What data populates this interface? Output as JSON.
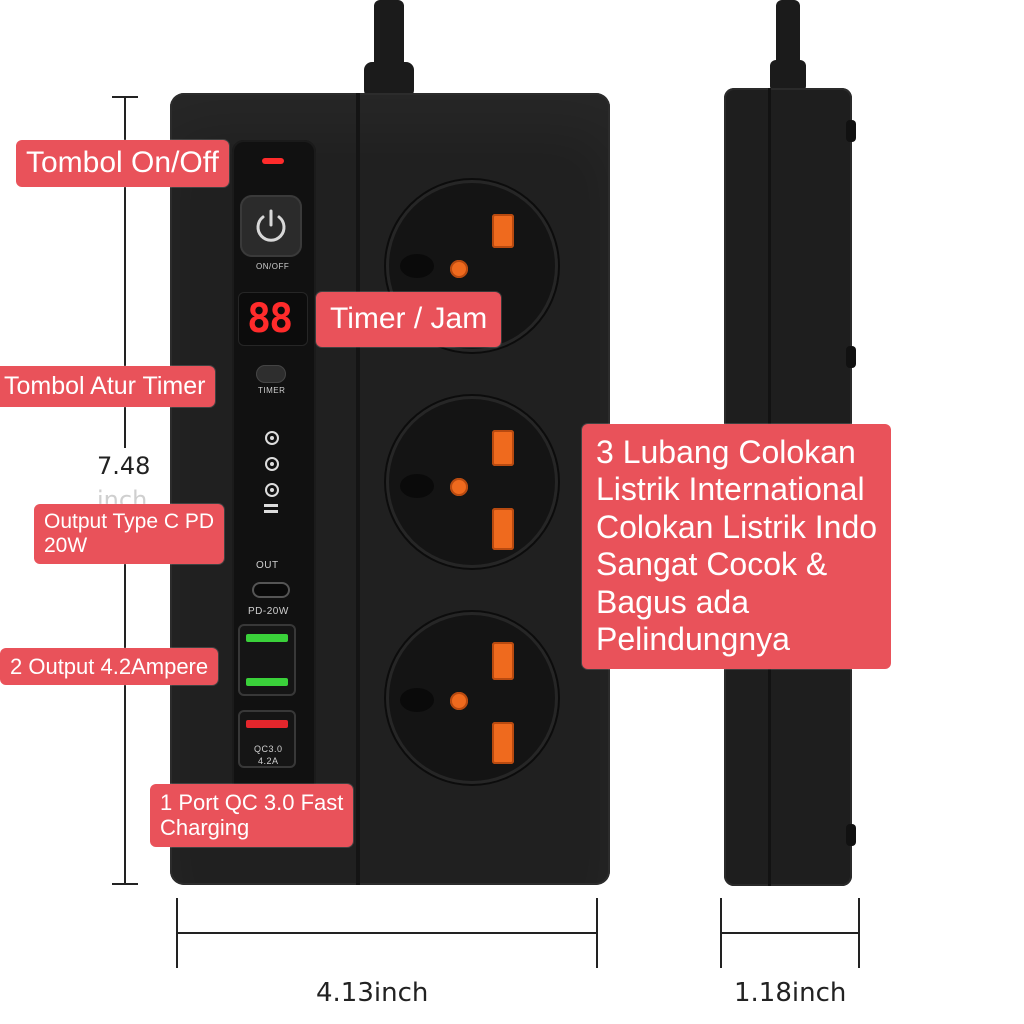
{
  "callouts": {
    "power_button": "Tombol On/Off",
    "timer_display": "Timer / Jam",
    "timer_set_button": "Tombol Atur Timer",
    "type_c_output": "Output Type C PD\n20W",
    "usb_output": "2 Output 4.2Ampere",
    "qc_port": "1 Port QC 3.0 Fast\nCharging",
    "sockets_description": "3 Lubang Colokan\nListrik International\nColokan Listrik Indo\nSangat Cocok &\nBagus ada\nPelindungnya"
  },
  "device": {
    "power_label": "ON/OFF",
    "timer_digits": "88",
    "timer_label": "TIMER",
    "out_label": "OUT",
    "pd_label": "PD-20W",
    "qc_label": "QC3.0",
    "qc_amp_label": "4.2A"
  },
  "dimensions": {
    "height": "7.48",
    "height_unit": "inch",
    "width": "4.13inch",
    "depth": "1.18inch"
  },
  "colors": {
    "callout_background": "#e9525a",
    "socket_pin": "#ef6a1e",
    "usb_green": "#3ad13a",
    "usb_red": "#e3262c",
    "display_red": "#ff2b2b"
  }
}
